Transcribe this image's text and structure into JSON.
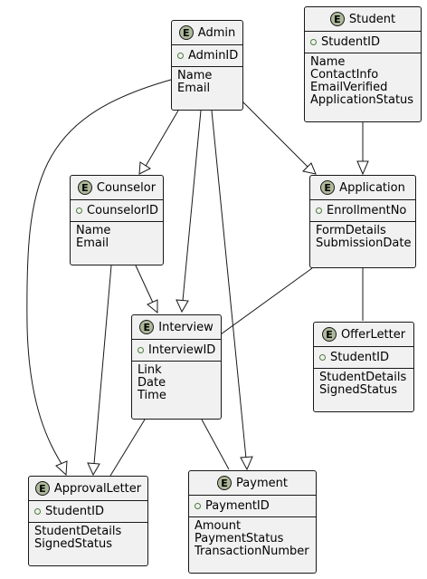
{
  "entities": {
    "admin": {
      "title": "Admin",
      "badge": "E",
      "key": "AdminID",
      "attrs": [
        "Name",
        "Email"
      ]
    },
    "student": {
      "title": "Student",
      "badge": "E",
      "key": "StudentID",
      "attrs": [
        "Name",
        "ContactInfo",
        "EmailVerified",
        "ApplicationStatus"
      ]
    },
    "counselor": {
      "title": "Counselor",
      "badge": "E",
      "key": "CounselorID",
      "attrs": [
        "Name",
        "Email"
      ]
    },
    "application": {
      "title": "Application",
      "badge": "E",
      "key": "EnrollmentNo",
      "attrs": [
        "FormDetails",
        "SubmissionDate"
      ]
    },
    "interview": {
      "title": "Interview",
      "badge": "E",
      "key": "InterviewID",
      "attrs": [
        "Link",
        "Date",
        "Time"
      ]
    },
    "offerletter": {
      "title": "OfferLetter",
      "badge": "E",
      "key": "StudentID",
      "attrs": [
        "StudentDetails",
        "SignedStatus"
      ]
    },
    "approvalletter": {
      "title": "ApprovalLetter",
      "badge": "E",
      "key": "StudentID",
      "attrs": [
        "StudentDetails",
        "SignedStatus"
      ]
    },
    "payment": {
      "title": "Payment",
      "badge": "E",
      "key": "PaymentID",
      "attrs": [
        "Amount",
        "PaymentStatus",
        "TransactionNumber"
      ]
    }
  },
  "colors": {
    "entity_bg": "#f1f1f1",
    "badge_bg": "#adb99a",
    "line": "#181818"
  }
}
